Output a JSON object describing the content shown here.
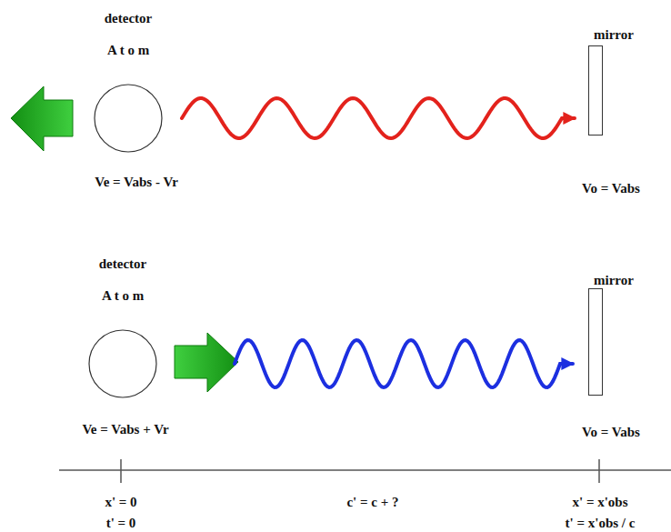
{
  "diagram": {
    "nodes": [
      {
        "text": [
          "detector",
          "A t o m"
        ]
      },
      {
        "text": [
          "mirror"
        ]
      },
      {
        "text": [
          "detector",
          "A t o m"
        ]
      },
      {
        "text": [
          "mirror"
        ]
      }
    ],
    "edges": [
      {
        "from": 0,
        "to": 1,
        "arrow": "to"
      },
      {
        "from": 2,
        "to": 3,
        "arrow": "to"
      }
    ],
    "labels": [
      "Ve = Vabs - Vr",
      "Vo = Vabs",
      "Ve = Vabs + Vr",
      "Vo = Vabs",
      "x' = 0",
      "t' = 0",
      "c' = c + ?",
      "x' = x'obs",
      "t' = x'obs / c"
    ]
  }
}
